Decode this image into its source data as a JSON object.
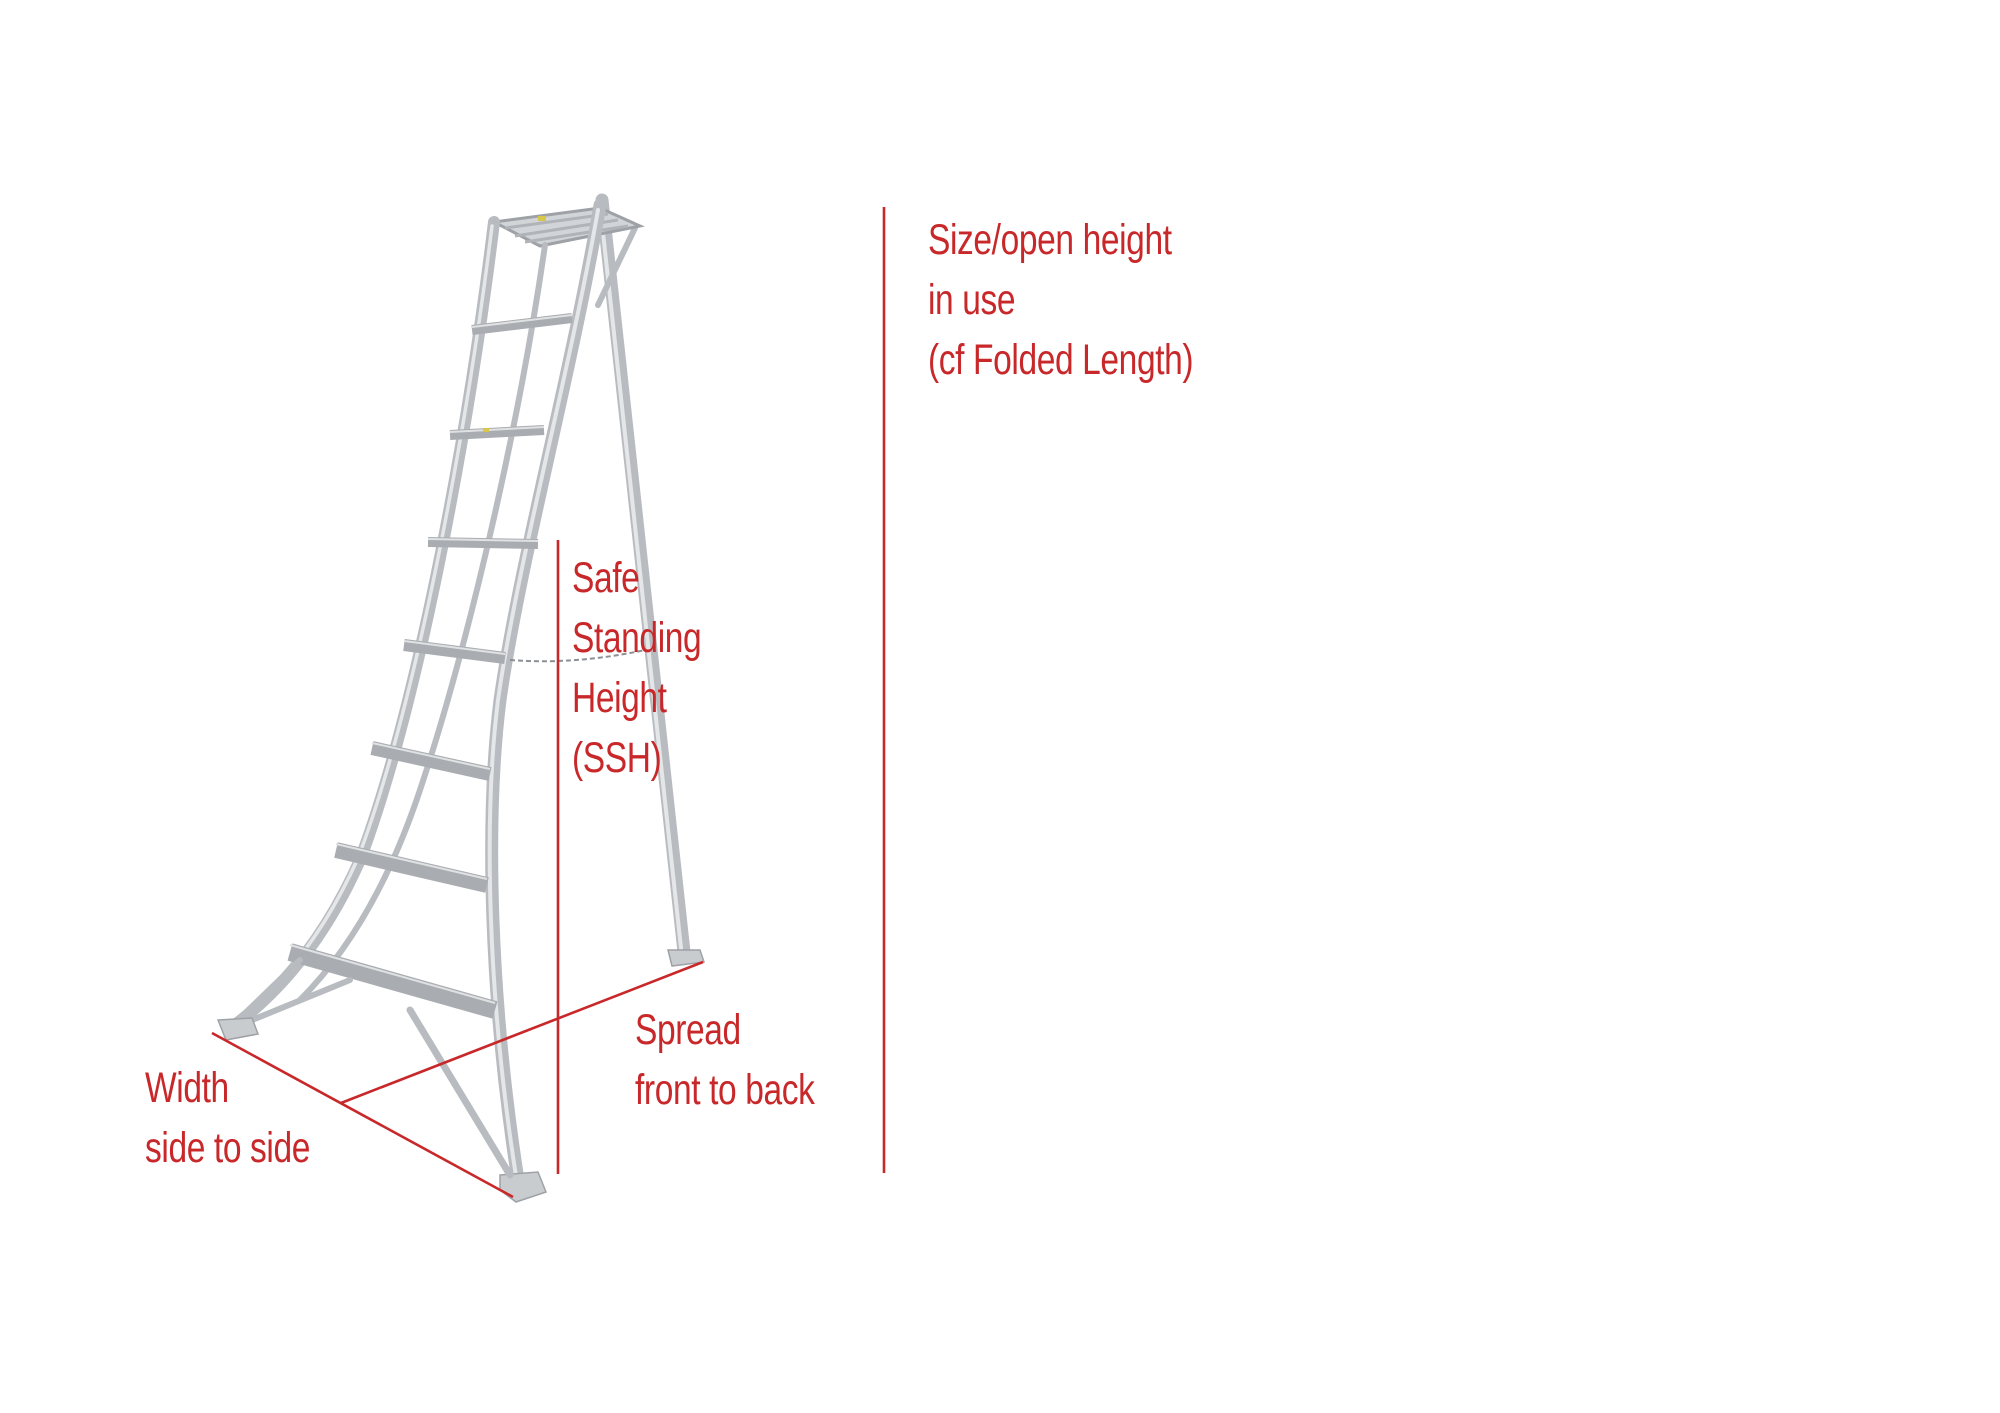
{
  "diagram": {
    "title": "Tripod ladder dimensions",
    "accent_color": "#c8282a",
    "labels": {
      "open_height": {
        "lines": [
          "Size/open height",
          "in use",
          "(cf Folded Length)"
        ]
      },
      "ssh": {
        "lines": [
          "Safe",
          "Standing",
          "Height",
          "(SSH)"
        ]
      },
      "spread": {
        "lines": [
          "Spread",
          "front to back"
        ]
      },
      "width": {
        "lines": [
          "Width",
          "side to side"
        ]
      }
    },
    "ladder": {
      "steps": 7,
      "has_top_platform": true,
      "has_chain": true,
      "legs": 3
    }
  }
}
